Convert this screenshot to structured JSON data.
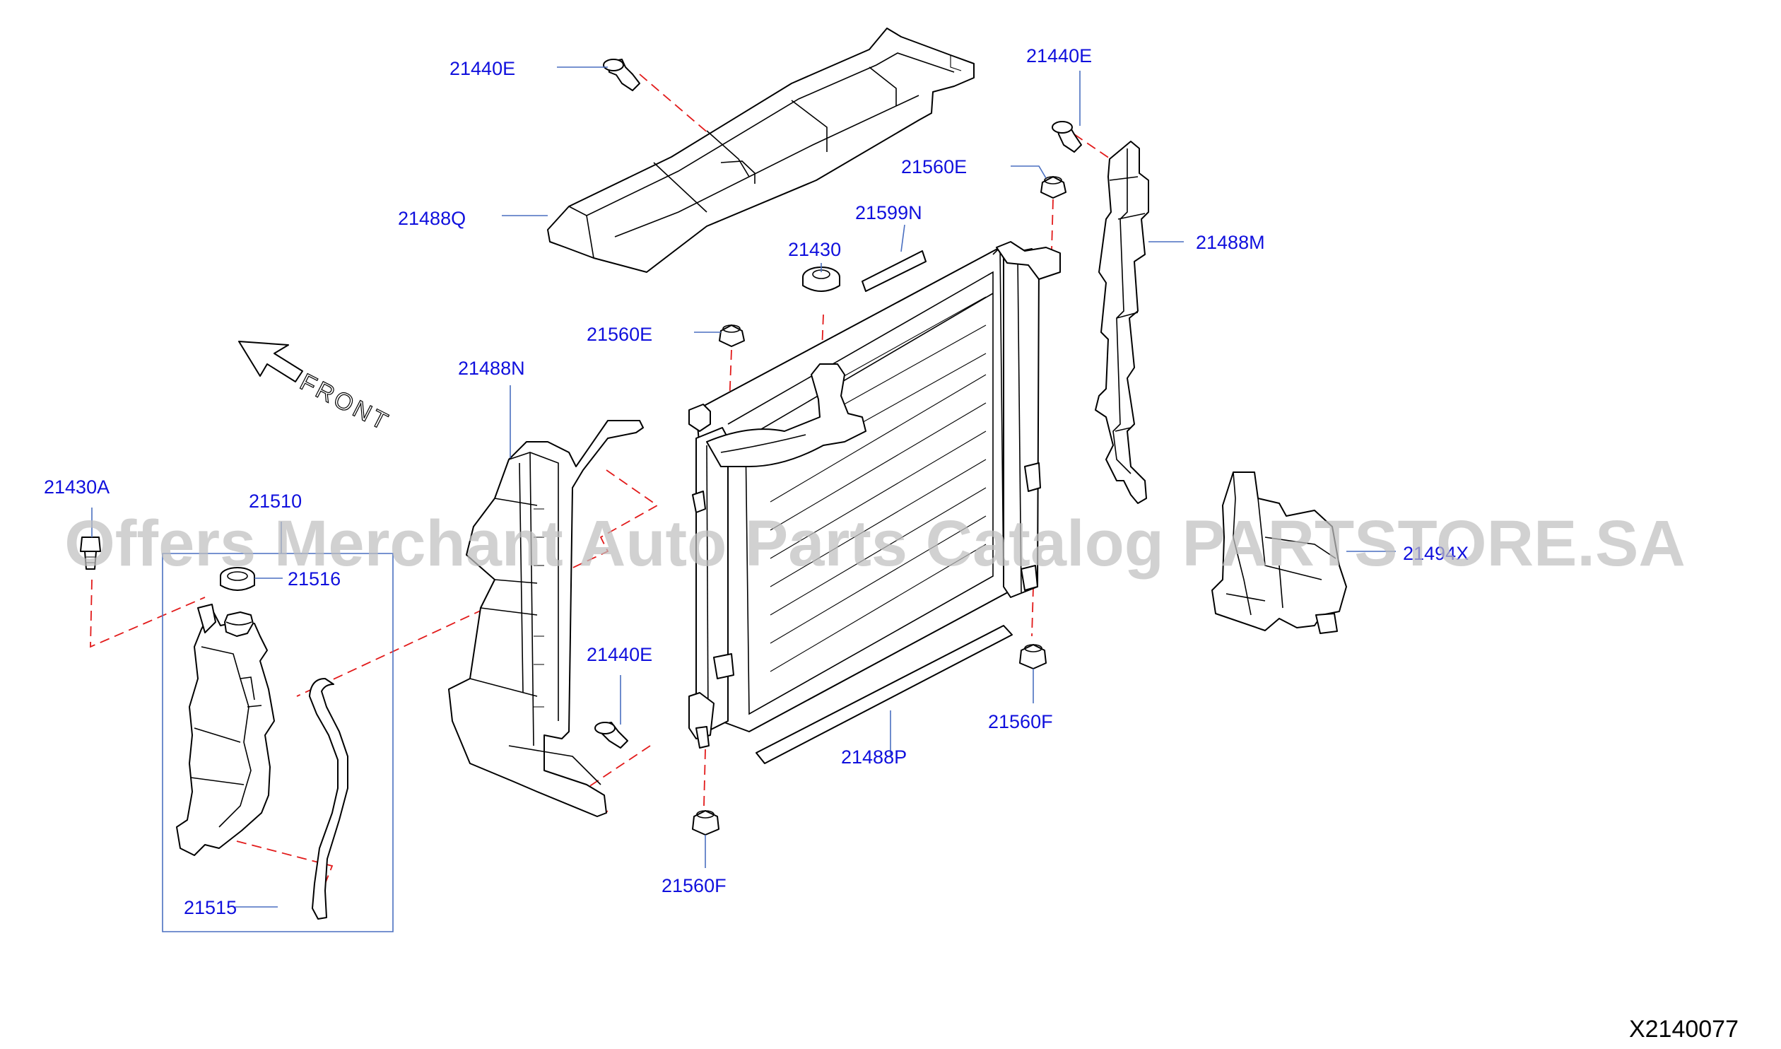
{
  "colors": {
    "label": "#1010dd",
    "leader": "#4a6fc0",
    "phantom": "#e21a1a",
    "line": "#000000",
    "watermark": "#bfbfbf",
    "code": "#000000"
  },
  "labels": {
    "p21440E_top": "21440E",
    "p21488Q": "21488Q",
    "p21440E_right": "21440E",
    "p21560E_right": "21560E",
    "p21599N": "21599N",
    "p21430": "21430",
    "p21488M": "21488M",
    "p21560E_left": "21560E",
    "p21488N": "21488N",
    "p21430A": "21430A",
    "p21510": "21510",
    "p21516": "21516",
    "p21440E_bottom": "21440E",
    "p21560F_right": "21560F",
    "p21488P": "21488P",
    "p21560F_bottom": "21560F",
    "p21515": "21515",
    "p21494X": "21494X"
  },
  "front_arrow_label": "FRONT",
  "watermark": "Offers Merchant Auto Parts Catalog PARTSTORE.SA",
  "diagram_code": "X2140077"
}
